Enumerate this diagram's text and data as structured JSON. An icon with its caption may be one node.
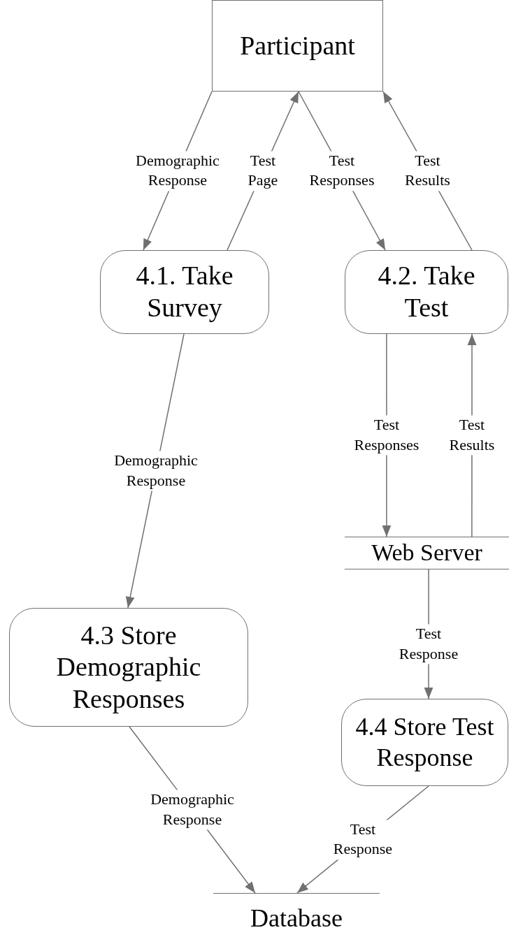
{
  "diagram": {
    "nodes": [
      {
        "text": [
          "Participant"
        ]
      },
      {
        "text": [
          "4.1. Take Survey"
        ]
      },
      {
        "text": [
          "4.2. Take Test"
        ]
      },
      {
        "text": [
          "Web Server"
        ]
      },
      {
        "text": [
          "4.3 Store Demographic Responses"
        ]
      },
      {
        "text": [
          "4.4 Store Test Response"
        ]
      },
      {
        "text": [
          "Database"
        ]
      }
    ],
    "edges": [
      {
        "from": 0,
        "to": 1,
        "arrow": "to",
        "label": "Demographic Response"
      },
      {
        "from": 1,
        "to": 0,
        "arrow": "to",
        "label": "Test Page"
      },
      {
        "from": 0,
        "to": 2,
        "arrow": "to",
        "label": "Test Responses"
      },
      {
        "from": 2,
        "to": 0,
        "arrow": "to",
        "label": "Test Results"
      },
      {
        "from": 2,
        "to": 3,
        "arrow": "to",
        "label": "Test Responses"
      },
      {
        "from": 3,
        "to": 2,
        "arrow": "to",
        "label": "Test Results"
      },
      {
        "from": 1,
        "to": 4,
        "arrow": "to",
        "label": "Demographic Response"
      },
      {
        "from": 3,
        "to": 5,
        "arrow": "to",
        "label": "Test Response"
      },
      {
        "from": 4,
        "to": 6,
        "arrow": "to",
        "label": "Demographic Response"
      },
      {
        "from": 5,
        "to": 6,
        "arrow": "to",
        "label": "Test Response"
      }
    ]
  }
}
